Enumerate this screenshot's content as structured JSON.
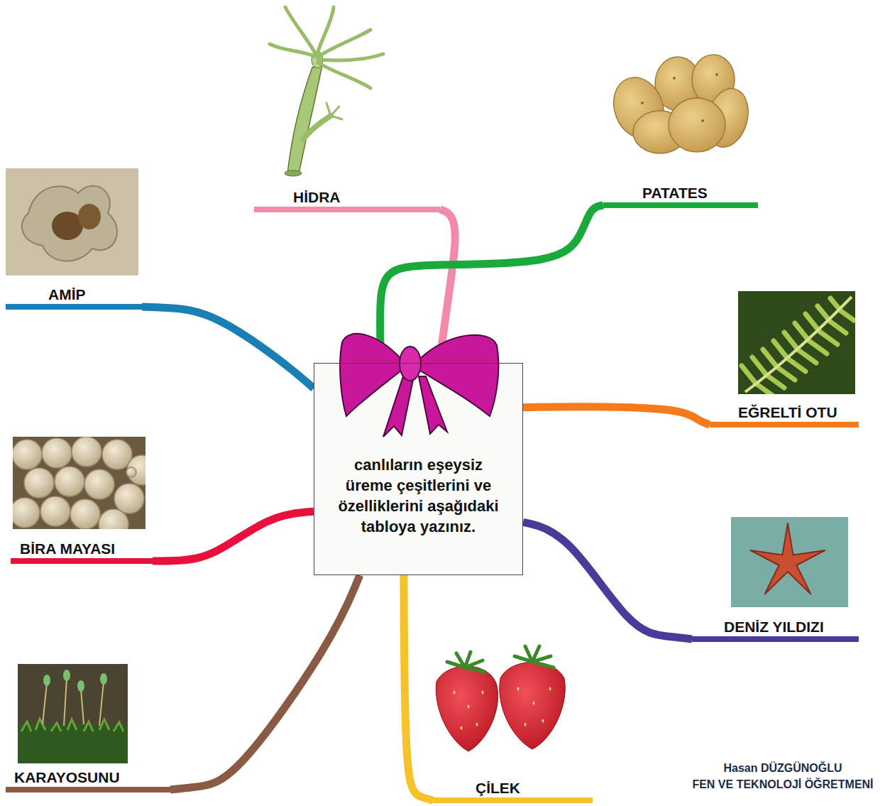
{
  "diagram": {
    "nodes": [
      {
        "text": [
          "canlıların eşeysiz üreme çeşitlerini ve özelliklerini aşağıdaki tabloya yazınız."
        ]
      },
      {
        "text": [
          "HİDRA"
        ]
      },
      {
        "text": [
          "PATATES"
        ]
      },
      {
        "text": [
          "AMİP"
        ]
      },
      {
        "text": [
          "EĞRELTİ OTU"
        ]
      },
      {
        "text": [
          "BİRA MAYASI"
        ]
      },
      {
        "text": [
          "DENİZ YILDIZI"
        ]
      },
      {
        "text": [
          "KARAYOSUNU"
        ]
      },
      {
        "text": [
          "ÇİLEK"
        ]
      }
    ],
    "edges": [
      {
        "from": 0,
        "to": 1,
        "arrow": "none"
      },
      {
        "from": 0,
        "to": 2,
        "arrow": "none"
      },
      {
        "from": 0,
        "to": 3,
        "arrow": "none"
      },
      {
        "from": 0,
        "to": 4,
        "arrow": "none"
      },
      {
        "from": 0,
        "to": 5,
        "arrow": "none"
      },
      {
        "from": 0,
        "to": 6,
        "arrow": "none"
      },
      {
        "from": 0,
        "to": 7,
        "arrow": "none"
      },
      {
        "from": 0,
        "to": 8,
        "arrow": "none"
      }
    ],
    "labels": [
      "Hasan DÜZGÜNOĞLU",
      "FEN VE TEKNOLOJİ ÖĞRETMENİ"
    ]
  }
}
